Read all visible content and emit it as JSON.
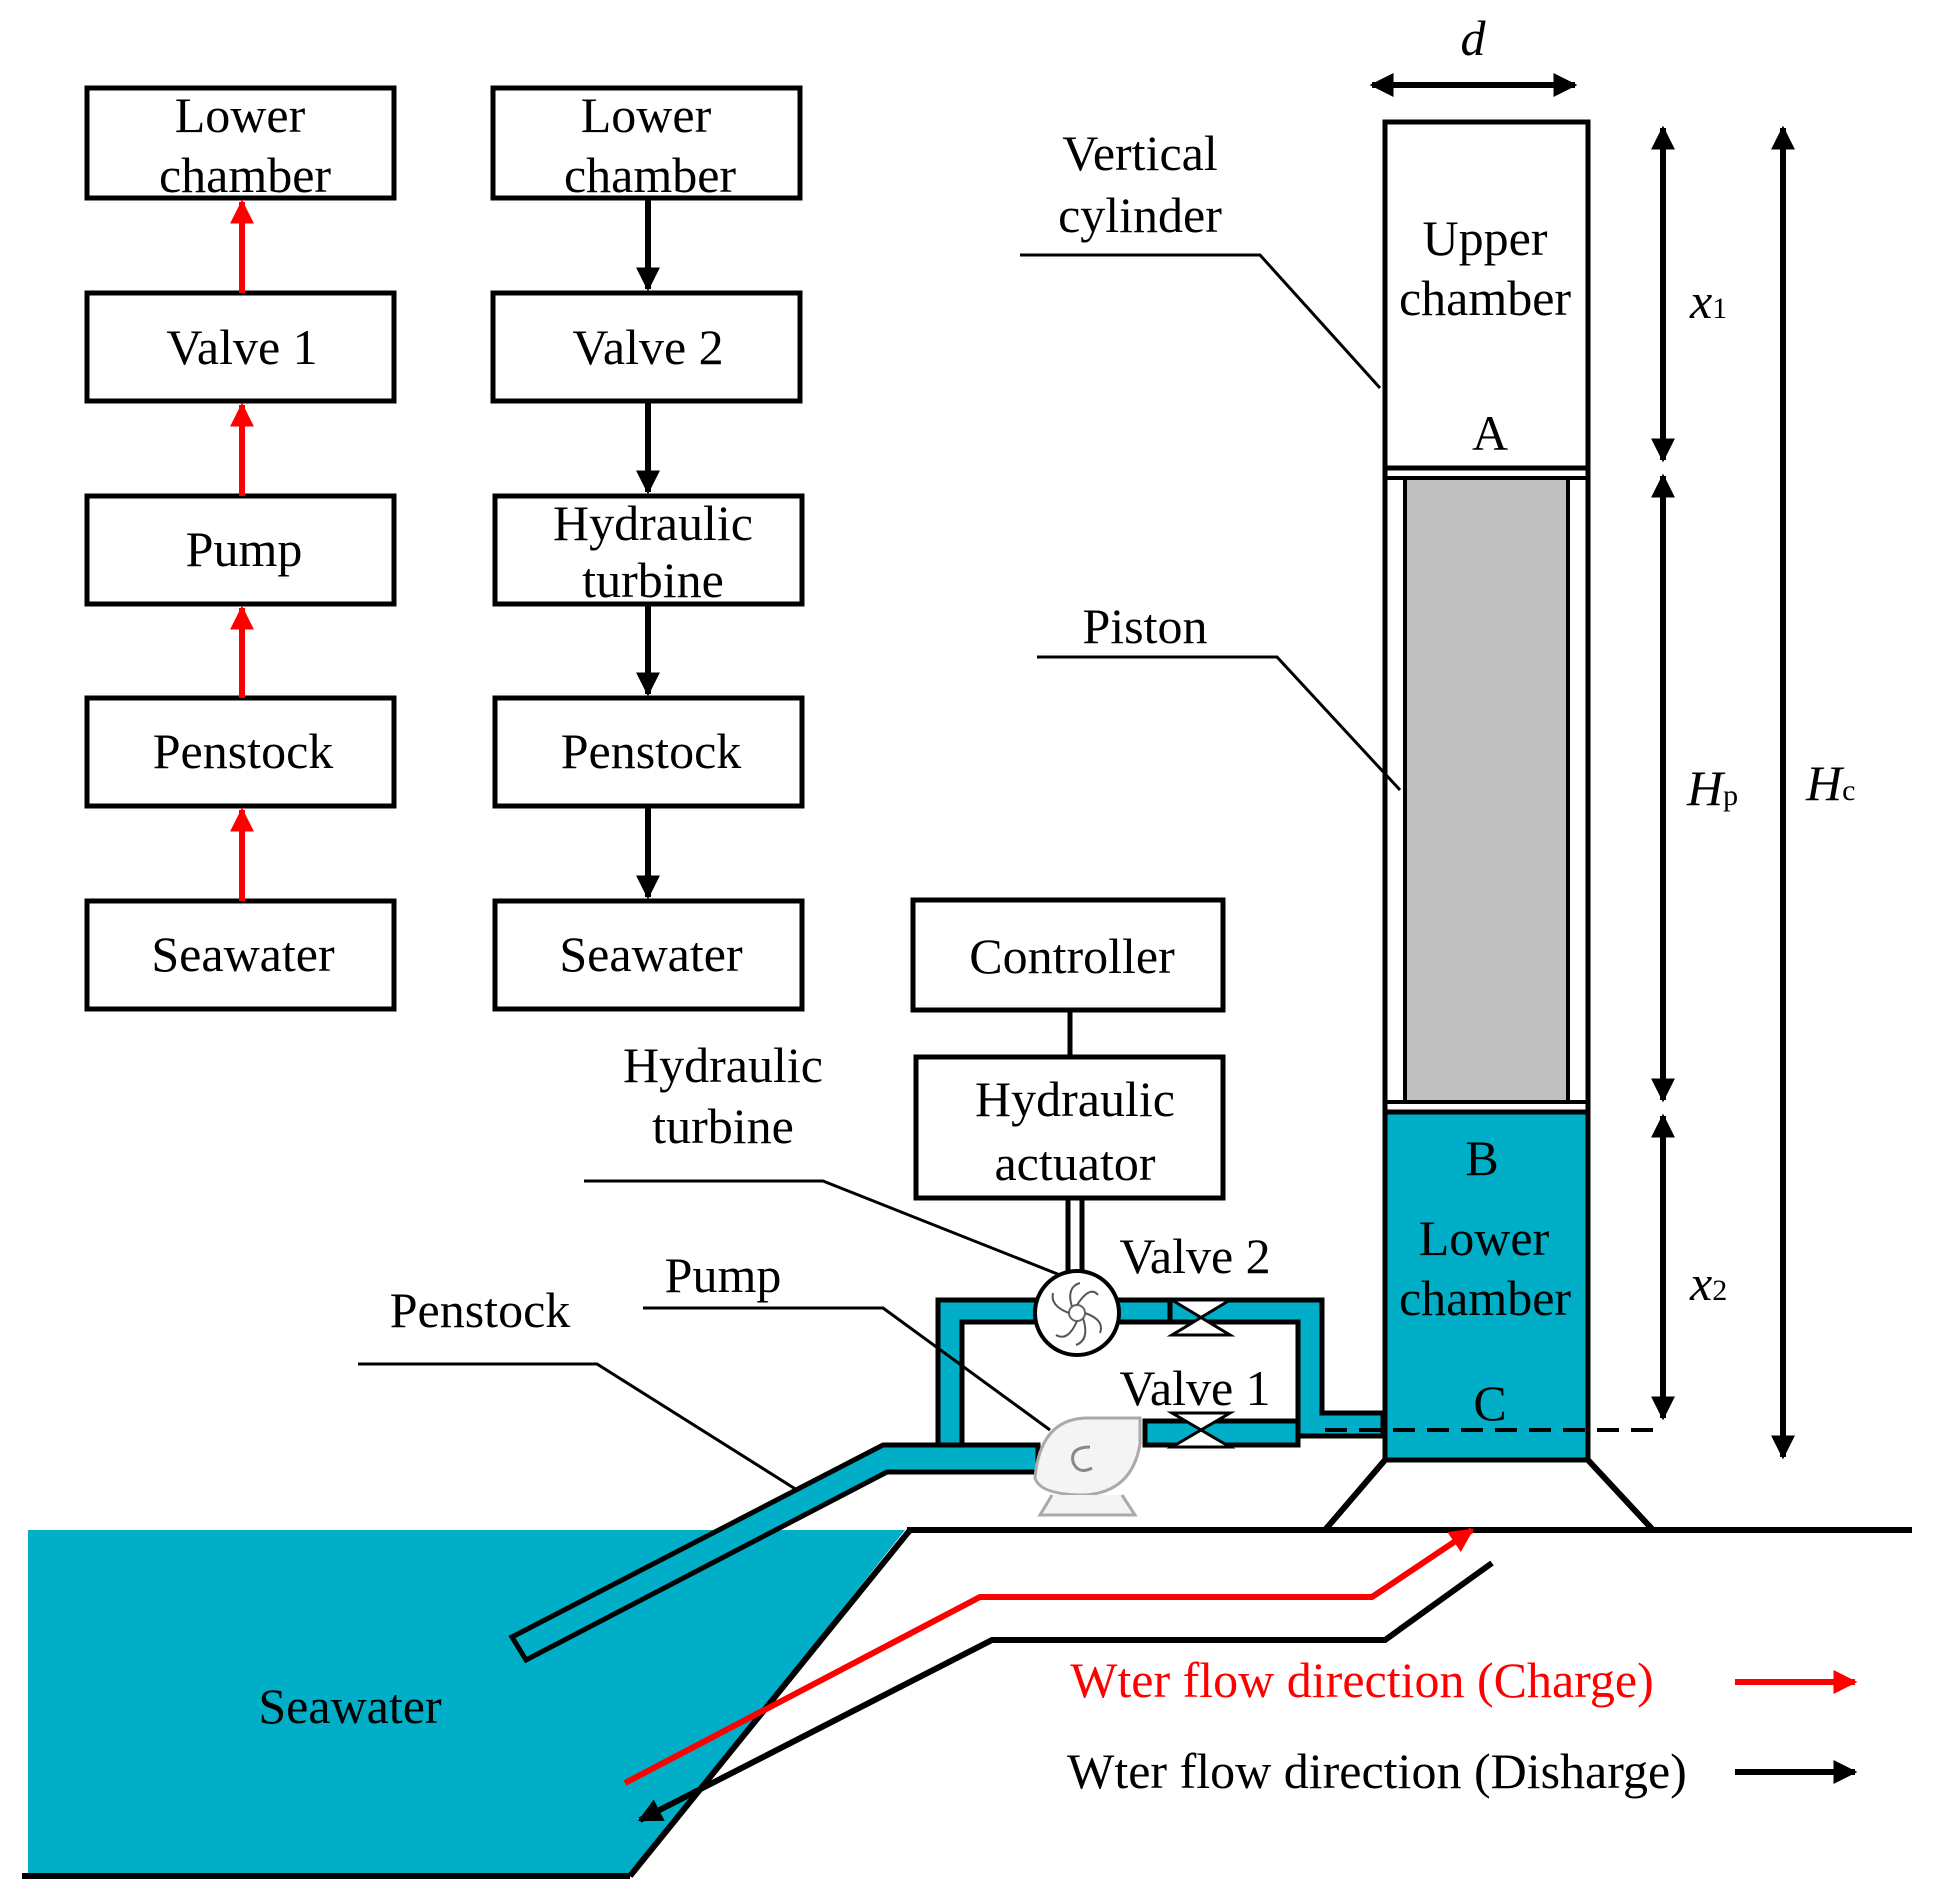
{
  "charge_chain": [
    {
      "line1": "Lower",
      "line2": "chamber"
    },
    {
      "line1": "Valve 1",
      "line2": ""
    },
    {
      "line1": "Pump",
      "line2": ""
    },
    {
      "line1": "Penstock",
      "line2": ""
    },
    {
      "line1": "Seawater",
      "line2": ""
    }
  ],
  "discharge_chain": [
    {
      "line1": "Lower",
      "line2": "chamber"
    },
    {
      "line1": "Valve 2",
      "line2": ""
    },
    {
      "line1": "Hydraulic",
      "line2": "turbine"
    },
    {
      "line1": "Penstock",
      "line2": ""
    },
    {
      "line1": "Seawater",
      "line2": ""
    }
  ],
  "system": {
    "controller": "Controller",
    "actuator_line1": "Hydraulic",
    "actuator_line2": "actuator",
    "turbine_line1": "Hydraulic",
    "turbine_line2": "turbine",
    "pump": "Pump",
    "penstock": "Penstock",
    "valve1": "Valve 1",
    "valve2": "Valve 2",
    "seawater": "Seawater"
  },
  "cylinder": {
    "label_line1": "Vertical",
    "label_line2": "cylinder",
    "upper_line1": "Upper",
    "upper_line2": "chamber",
    "lower_line1": "Lower",
    "lower_line2": "chamber",
    "piston": "Piston",
    "point_a": "A",
    "point_b": "B",
    "point_c": "C"
  },
  "dimensions": {
    "d": "d",
    "x1": "x",
    "x1_sub": "1",
    "x2": "x",
    "x2_sub": "2",
    "hp": "H",
    "hp_sub": "p",
    "hc": "H",
    "hc_sub": "c"
  },
  "legend": {
    "charge": "Wter flow direction (Charge)",
    "discharge": "Wter flow direction (Disharge)"
  },
  "colors": {
    "water": "#00aec7",
    "charge_arrow": "#ff0000",
    "discharge_arrow": "#000000",
    "piston": "#c0c0c0"
  }
}
